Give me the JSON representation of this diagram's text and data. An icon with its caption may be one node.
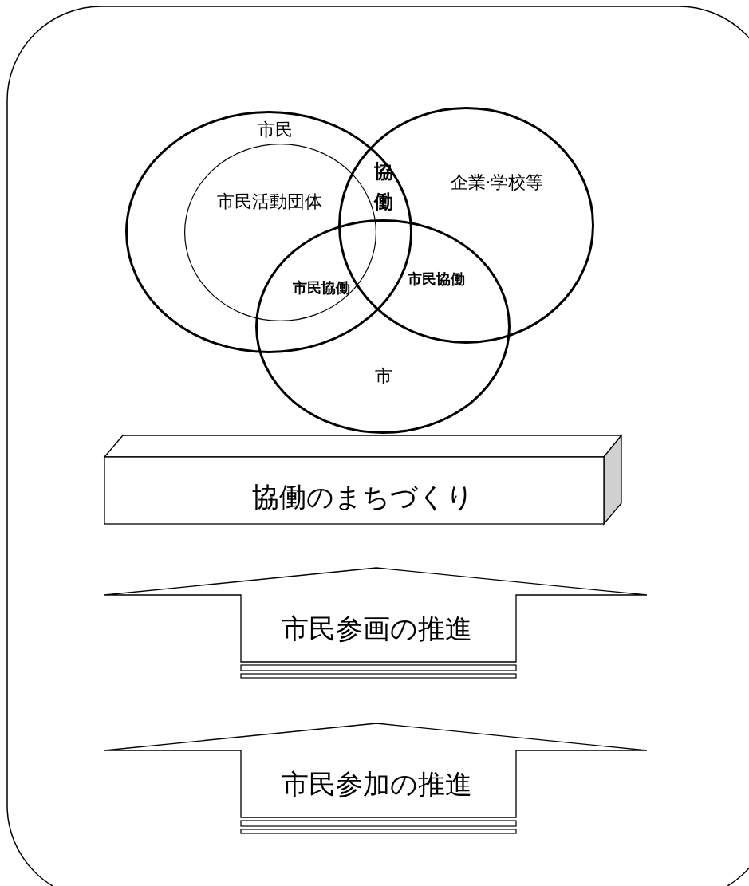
{
  "diagram": {
    "nodes": [
      {
        "text": [
          "市民"
        ]
      },
      {
        "text": [
          "市民活動団体"
        ],
        "in": 0
      },
      {
        "text": [
          "企業·学校等"
        ]
      },
      {
        "text": [
          "市"
        ]
      },
      {
        "text": [
          "協働のまちづくり"
        ]
      },
      {
        "text": [
          "市民参画の推進"
        ]
      },
      {
        "text": [
          "市民参加の推進"
        ]
      }
    ],
    "labels": [
      "協働",
      "市民協働",
      "市民協働"
    ]
  }
}
